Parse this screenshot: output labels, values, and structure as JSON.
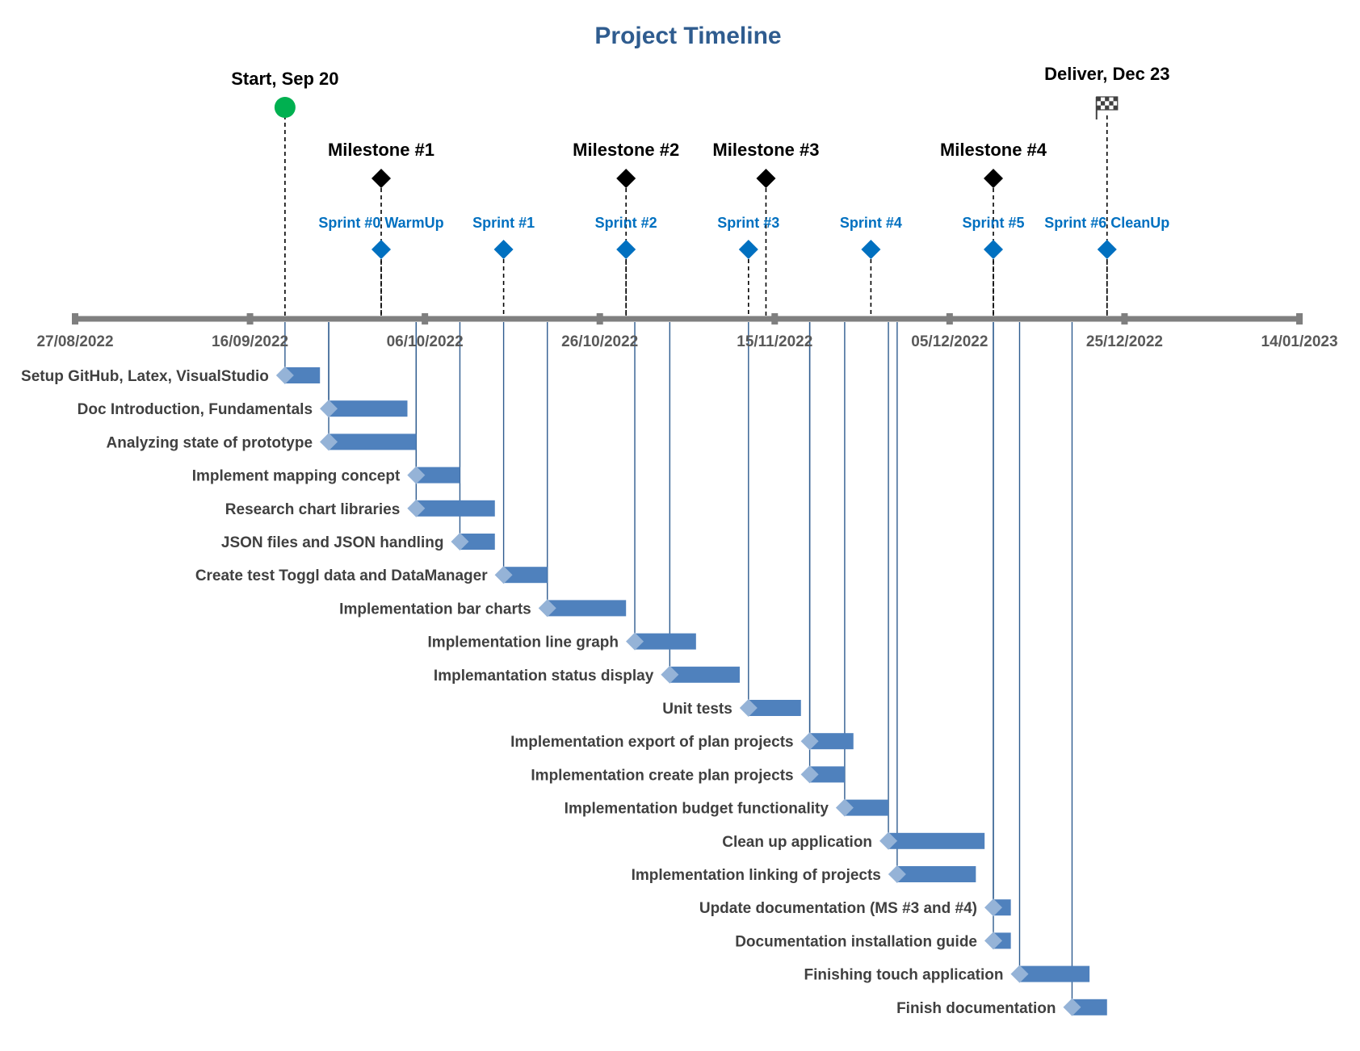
{
  "chart_data": {
    "type": "gantt-timeline",
    "title": "Project Timeline",
    "x_axis": {
      "type": "date",
      "range": [
        "2022-08-27",
        "2023-01-14"
      ],
      "ticks": [
        {
          "date": "2022-08-27",
          "label": "27/08/2022"
        },
        {
          "date": "2022-09-16",
          "label": "16/09/2022"
        },
        {
          "date": "2022-10-06",
          "label": "06/10/2022"
        },
        {
          "date": "2022-10-26",
          "label": "26/10/2022"
        },
        {
          "date": "2022-11-15",
          "label": "15/11/2022"
        },
        {
          "date": "2022-12-05",
          "label": "05/12/2022"
        },
        {
          "date": "2022-12-25",
          "label": "25/12/2022"
        },
        {
          "date": "2023-01-14",
          "label": "14/01/2023"
        }
      ]
    },
    "events": [
      {
        "name": "Start, Sep 20",
        "date": "2022-09-20",
        "marker": "circle",
        "color": "#00B050"
      },
      {
        "name": "Deliver, Dec 23",
        "date": "2022-12-23",
        "marker": "flag",
        "color": "#404040"
      }
    ],
    "milestones": [
      {
        "name": "Milestone #1",
        "date": "2022-10-01"
      },
      {
        "name": "Milestone #2",
        "date": "2022-10-29"
      },
      {
        "name": "Milestone #3",
        "date": "2022-11-14"
      },
      {
        "name": "Milestone #4",
        "date": "2022-12-10"
      }
    ],
    "sprints": [
      {
        "name": "Sprint #0 WarmUp",
        "date": "2022-10-01"
      },
      {
        "name": "Sprint #1",
        "date": "2022-10-15"
      },
      {
        "name": "Sprint #2",
        "date": "2022-10-29"
      },
      {
        "name": "Sprint #3",
        "date": "2022-11-12"
      },
      {
        "name": "Sprint #4",
        "date": "2022-11-26"
      },
      {
        "name": "Sprint #5",
        "date": "2022-12-10"
      },
      {
        "name": "Sprint #6 CleanUp",
        "date": "2022-12-23"
      }
    ],
    "tasks": [
      {
        "name": "Setup GitHub, Latex, VisualStudio",
        "start": "2022-09-20",
        "end": "2022-09-24"
      },
      {
        "name": "Doc Introduction, Fundamentals",
        "start": "2022-09-25",
        "end": "2022-10-04"
      },
      {
        "name": "Analyzing state of prototype",
        "start": "2022-09-25",
        "end": "2022-10-05"
      },
      {
        "name": "Implement mapping concept",
        "start": "2022-10-05",
        "end": "2022-10-10"
      },
      {
        "name": "Research chart libraries",
        "start": "2022-10-05",
        "end": "2022-10-14"
      },
      {
        "name": "JSON files and JSON handling",
        "start": "2022-10-10",
        "end": "2022-10-14"
      },
      {
        "name": "Create test Toggl data and DataManager",
        "start": "2022-10-15",
        "end": "2022-10-20"
      },
      {
        "name": "Implementation bar charts",
        "start": "2022-10-20",
        "end": "2022-10-29"
      },
      {
        "name": "Implementation line graph",
        "start": "2022-10-30",
        "end": "2022-11-06"
      },
      {
        "name": "Implemantation status display",
        "start": "2022-11-03",
        "end": "2022-11-11"
      },
      {
        "name": "Unit tests",
        "start": "2022-11-12",
        "end": "2022-11-18"
      },
      {
        "name": "Implementation export of plan projects",
        "start": "2022-11-19",
        "end": "2022-11-24"
      },
      {
        "name": "Implementation create plan projects",
        "start": "2022-11-19",
        "end": "2022-11-23"
      },
      {
        "name": "Implementation budget functionality",
        "start": "2022-11-23",
        "end": "2022-11-28"
      },
      {
        "name": "Clean up application",
        "start": "2022-11-28",
        "end": "2022-12-09"
      },
      {
        "name": "Implementation linking of projects",
        "start": "2022-11-29",
        "end": "2022-12-08"
      },
      {
        "name": "Update documentation (MS #3 and #4)",
        "start": "2022-12-10",
        "end": "2022-12-12"
      },
      {
        "name": "Documentation installation guide",
        "start": "2022-12-10",
        "end": "2022-12-12"
      },
      {
        "name": "Finishing touch application",
        "start": "2022-12-13",
        "end": "2022-12-21"
      },
      {
        "name": "Finish documentation",
        "start": "2022-12-19",
        "end": "2022-12-23"
      }
    ],
    "colors": {
      "title": "#2F5C8F",
      "axis": "#7F7F7F",
      "task_bar": "#4F81BD",
      "task_marker": "#95B3D7",
      "task_connector": "#2F5C8F",
      "sprint": "#0070C0",
      "milestone": "#000000",
      "start_marker": "#00B050",
      "tick_label": "#595959",
      "task_label": "#404040"
    }
  }
}
